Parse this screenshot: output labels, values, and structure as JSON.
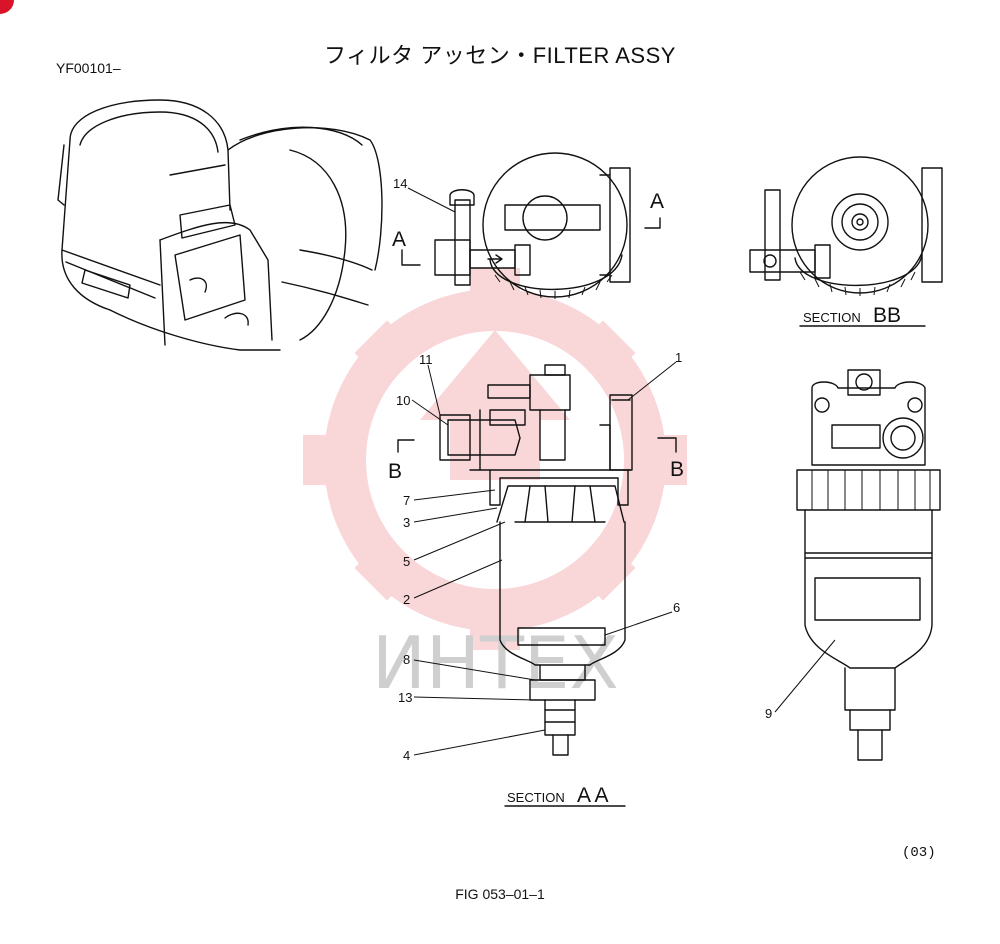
{
  "header": {
    "title": "フィルタ アッセン・FILTER ASSY",
    "code": "YF00101–"
  },
  "footer": {
    "revision": "(03)",
    "figure": "FIG 053–01–1"
  },
  "watermark": {
    "text": "ИНТЕХ",
    "color": "#e8474f"
  },
  "views": {
    "section_word": "SECTION",
    "section_aa": "A A",
    "section_bb": "BB",
    "cut_a": "A",
    "cut_b": "B"
  },
  "callouts": [
    {
      "label": "14"
    },
    {
      "label": "11"
    },
    {
      "label": "10"
    },
    {
      "label": "1"
    },
    {
      "label": "7"
    },
    {
      "label": "3"
    },
    {
      "label": "5"
    },
    {
      "label": "2"
    },
    {
      "label": "6"
    },
    {
      "label": "8"
    },
    {
      "label": "13"
    },
    {
      "label": "4"
    },
    {
      "label": "9"
    }
  ]
}
